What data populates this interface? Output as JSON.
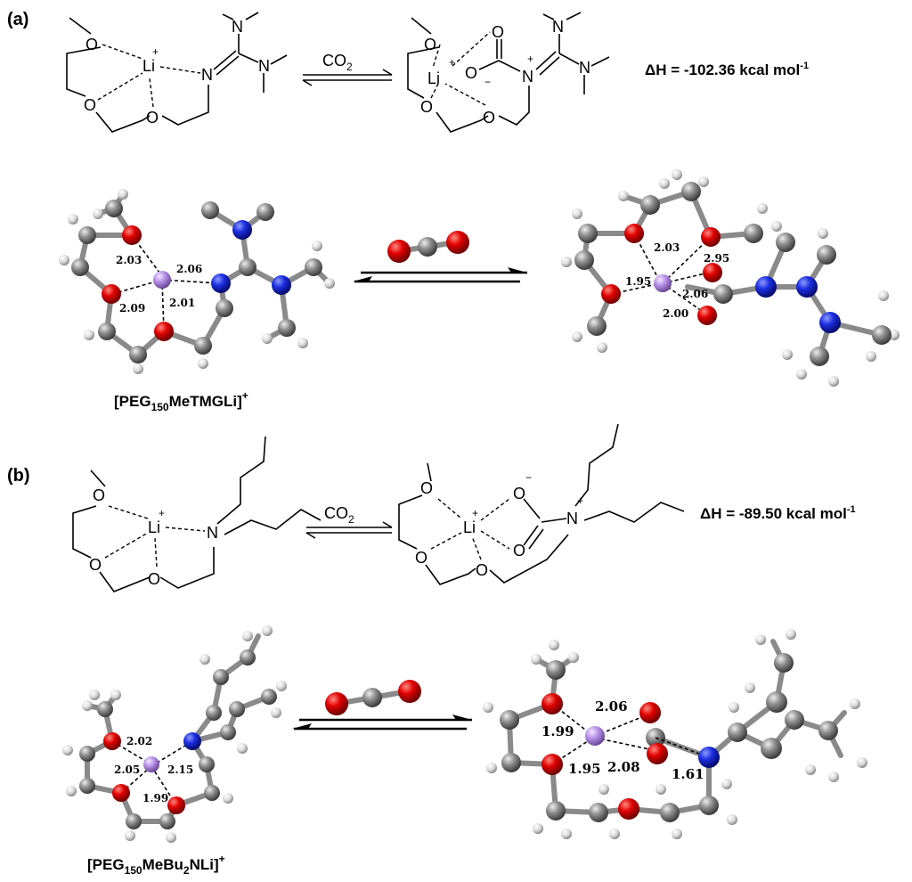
{
  "panels": [
    {
      "label": "(a)",
      "reagent": "CO",
      "reagent_sub": "2",
      "enthalpy_prefix": "ΔH =  -102.36 kcal mol",
      "enthalpy_sup": "-1",
      "ion_label": {
        "main": "[PEG",
        "sub": "150",
        "rest": "MeTMGLi]",
        "sup": "+"
      },
      "reactant_distances": [
        "2.03",
        "2.06",
        "2.09",
        "2.01"
      ],
      "product_distances": [
        "2.03",
        "2.95",
        "1.95",
        "2.06",
        "2.00"
      ]
    },
    {
      "label": "(b)",
      "reagent": "CO",
      "reagent_sub": "2",
      "enthalpy_prefix": "ΔH =  -89.50 kcal mol",
      "enthalpy_sup": "-1",
      "ion_label": {
        "main": "[PEG",
        "sub": "150",
        "rest": "MeBu",
        "sub2": "2",
        "rest2": "NLi]",
        "sup": "+"
      },
      "reactant_distances": [
        "2.02",
        "2.05",
        "2.15",
        "1.99"
      ],
      "product_distances": [
        "2.06",
        "1.99",
        "1.95",
        "2.08",
        "1.61"
      ]
    }
  ],
  "atom_labels": {
    "li": "Li",
    "o": "O",
    "n": "N",
    "plus": "+",
    "minus": "−"
  },
  "atom_colors": {
    "O": "#d8000a",
    "N": "#1428d8",
    "Li": "#b48ce6",
    "C": "#8a8a8a",
    "H": "#dcdcdc"
  }
}
